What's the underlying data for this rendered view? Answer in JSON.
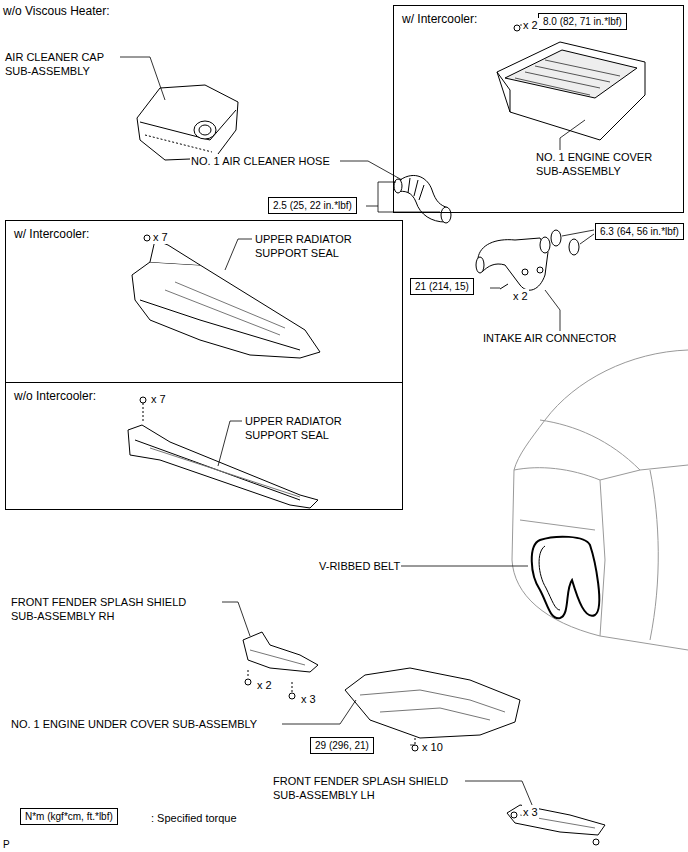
{
  "diagram": {
    "nodes": [
      {
        "text": [
          "w/ Intercooler:"
        ]
      },
      {
        "text": [
          "8.0 (82, 71 in.*lbf)"
        ],
        "in": 0
      },
      {
        "text": [
          "2.5 (25, 22 in.*lbf)"
        ]
      },
      {
        "text": [
          "6.3 (64, 56 in.*lbf)"
        ]
      },
      {
        "text": [
          "21 (214, 15)"
        ]
      },
      {
        "text": [
          "w/ Intercooler:"
        ]
      },
      {
        "text": [
          "w/o Intercooler:"
        ]
      },
      {
        "text": [
          "29 (296, 21)"
        ]
      },
      {
        "text": [
          "N*m (kgf*cm, ft.*lbf)"
        ]
      }
    ],
    "labels": [
      "w/o Viscous Heater:",
      "AIR CLEANER CAP SUB-ASSEMBLY",
      "x 2",
      "NO. 1 ENGINE COVER SUB-ASSEMBLY",
      "NO. 1 AIR CLEANER HOSE",
      "x 2",
      "INTAKE AIR CONNECTOR",
      "x 7",
      "UPPER RADIATOR SUPPORT SEAL",
      "x 7",
      "UPPER RADIATOR SUPPORT SEAL",
      "V-RIBBED BELT",
      "FRONT FENDER SPLASH SHIELD SUB-ASSEMBLY RH",
      "x 2",
      "x 3",
      "NO. 1 ENGINE UNDER COVER SUB-ASSEMBLY",
      "x 10",
      "FRONT FENDER SPLASH SHIELD SUB-ASSEMBLY LH",
      "x 3",
      ": Specified torque",
      "P"
    ]
  }
}
